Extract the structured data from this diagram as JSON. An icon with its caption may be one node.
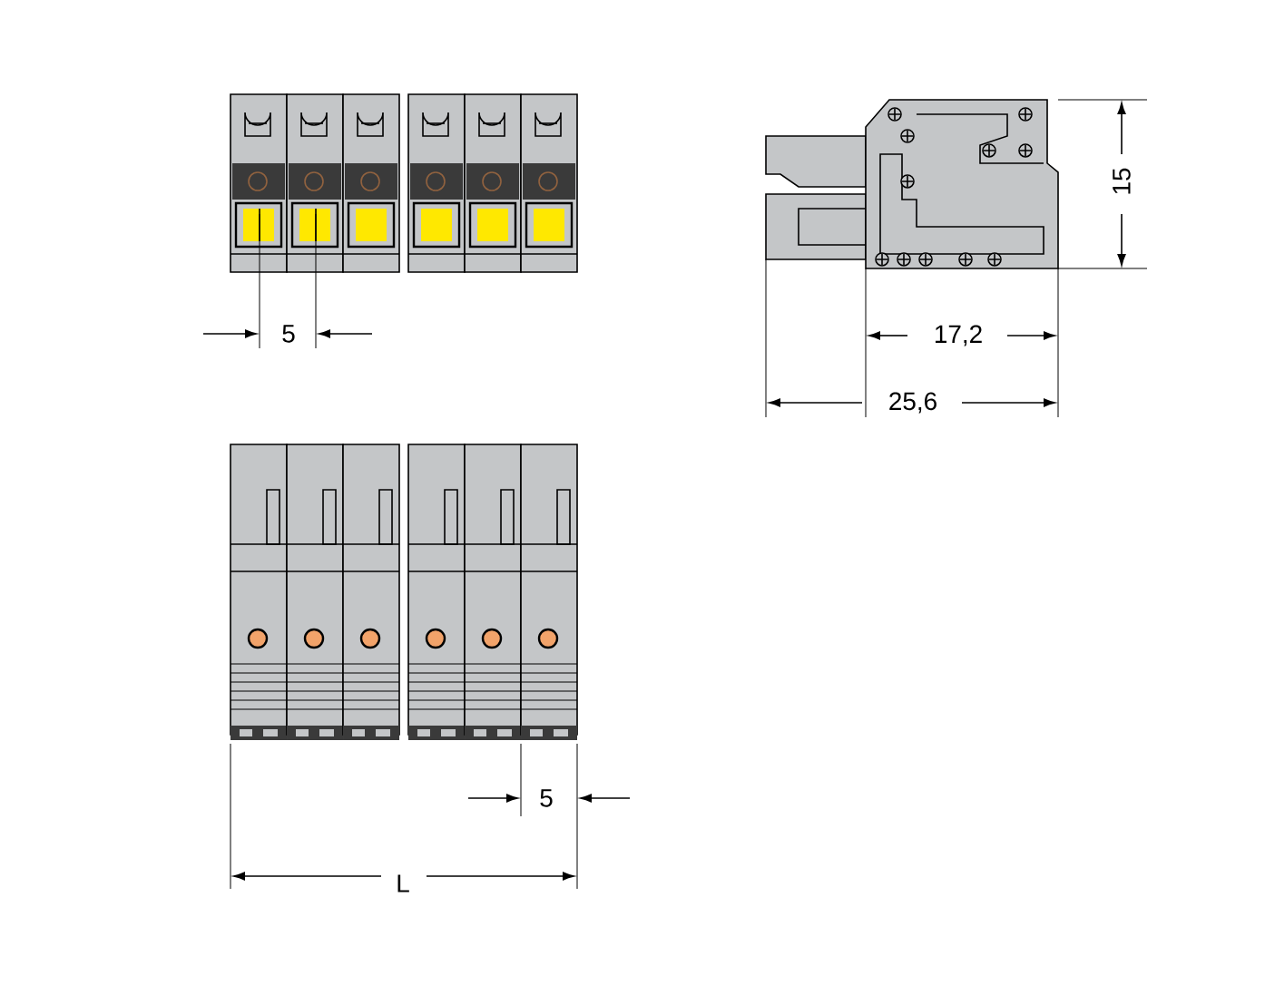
{
  "diagram": {
    "labels": [
      "5",
      "15",
      "17,2",
      "25,6",
      "5",
      "L"
    ]
  }
}
